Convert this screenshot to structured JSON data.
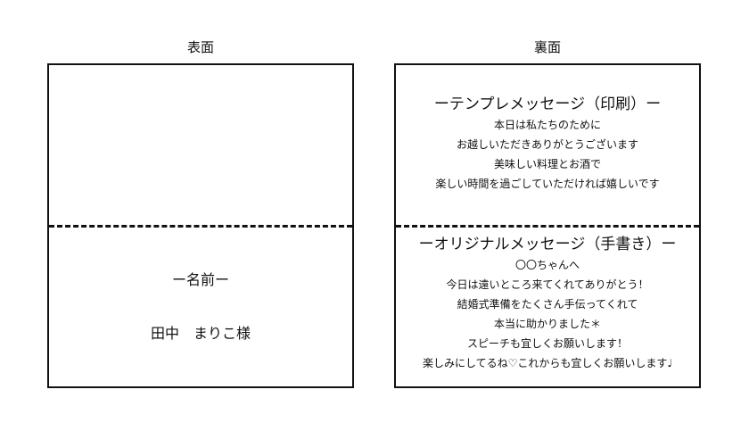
{
  "front": {
    "title": "表面",
    "name_label": "ー名前ー",
    "guest_name": "田中　まりこ様"
  },
  "back": {
    "title": "裏面",
    "template": {
      "heading": "ーテンプレメッセージ（印刷）ー",
      "lines": [
        "本日は私たちのために",
        "お越しいただきありがとうございます",
        "美味しい料理とお酒で",
        "楽しい時間を過ごしていただければ嬉しいです"
      ]
    },
    "original": {
      "heading": "ーオリジナルメッセージ（手書き）ー",
      "lines": [
        "〇〇ちゃんへ",
        "今日は遠いところ来てくれてありがとう！",
        "結婚式準備をたくさん手伝ってくれて",
        "本当に助かりました＊",
        "スピーチも宜しくお願いします！",
        "楽しみにしてるね♡これからも宜しくお願いします♩"
      ]
    }
  }
}
